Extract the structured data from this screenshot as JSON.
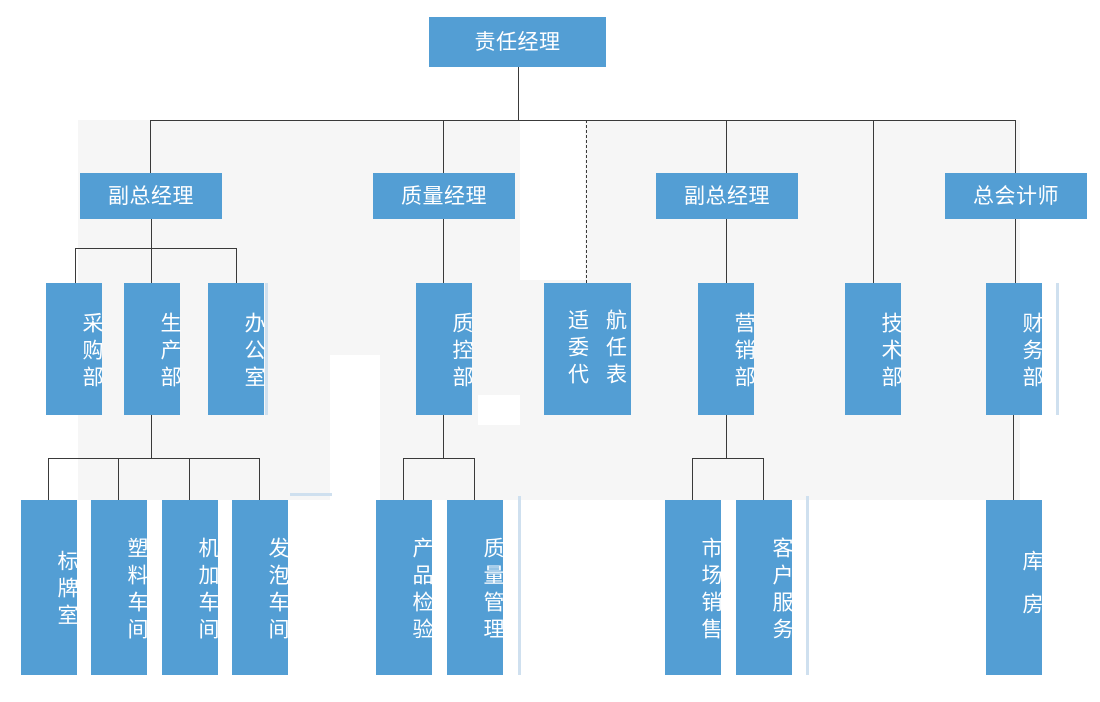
{
  "diagram": {
    "title_node": "责任经理",
    "theme": {
      "node_fill": "#539ED4",
      "node_text": "#FFFFFF",
      "connector": "#3A3A3A",
      "backdrop": "#F6F6F6",
      "page": "#FFFFFF"
    },
    "levels": {
      "level1": [
        {
          "id": "ze-ren-jing-li",
          "label": "责任经理",
          "orientation": "horizontal"
        }
      ],
      "level2": [
        {
          "id": "fu-zong-jing-li-1",
          "label": "副总经理",
          "orientation": "horizontal"
        },
        {
          "id": "zhi-liang-jing-li",
          "label": "质量经理",
          "orientation": "horizontal"
        },
        {
          "id": "fu-zong-jing-li-2",
          "label": "副总经理",
          "orientation": "horizontal"
        },
        {
          "id": "zong-kuai-ji-shi",
          "label": "总会计师",
          "orientation": "horizontal"
        }
      ],
      "level3": [
        {
          "id": "cai-gou-bu",
          "label": "采购部",
          "orientation": "vertical"
        },
        {
          "id": "sheng-chan-bu",
          "label": "生产部",
          "orientation": "vertical"
        },
        {
          "id": "ban-gong-shi",
          "label": "办公室",
          "orientation": "vertical"
        },
        {
          "id": "zhi-kong-bu",
          "label": "质控部",
          "orientation": "vertical"
        },
        {
          "id": "shi-hang-wei-ren-dai-biao",
          "label": "适航委任代表",
          "orientation": "vertical-two-column",
          "column_left": "适委代",
          "column_right": "航任表"
        },
        {
          "id": "ying-xiao-bu",
          "label": "营销部",
          "orientation": "vertical"
        },
        {
          "id": "ji-shu-bu",
          "label": "技术部",
          "orientation": "vertical"
        },
        {
          "id": "cai-wu-bu",
          "label": "财务部",
          "orientation": "vertical"
        }
      ],
      "level4": [
        {
          "id": "biao-pai-shi",
          "label": "标牌室",
          "orientation": "vertical"
        },
        {
          "id": "su-liao-che-jian",
          "label": "塑料车间",
          "orientation": "vertical"
        },
        {
          "id": "ji-jia-che-jian",
          "label": "机加车间",
          "orientation": "vertical"
        },
        {
          "id": "fa-pao-che-jian",
          "label": "发泡车间",
          "orientation": "vertical"
        },
        {
          "id": "chan-pin-jian-yan",
          "label": "产品检验",
          "orientation": "vertical"
        },
        {
          "id": "zhi-liang-guan-li",
          "label": "质量管理",
          "orientation": "vertical"
        },
        {
          "id": "shi-chang-xiao-shou",
          "label": "市场销售",
          "orientation": "vertical"
        },
        {
          "id": "ke-hu-fu-wu",
          "label": "客户服务",
          "orientation": "vertical"
        },
        {
          "id": "ku-fang",
          "label": "库房",
          "orientation": "vertical"
        }
      ]
    }
  }
}
